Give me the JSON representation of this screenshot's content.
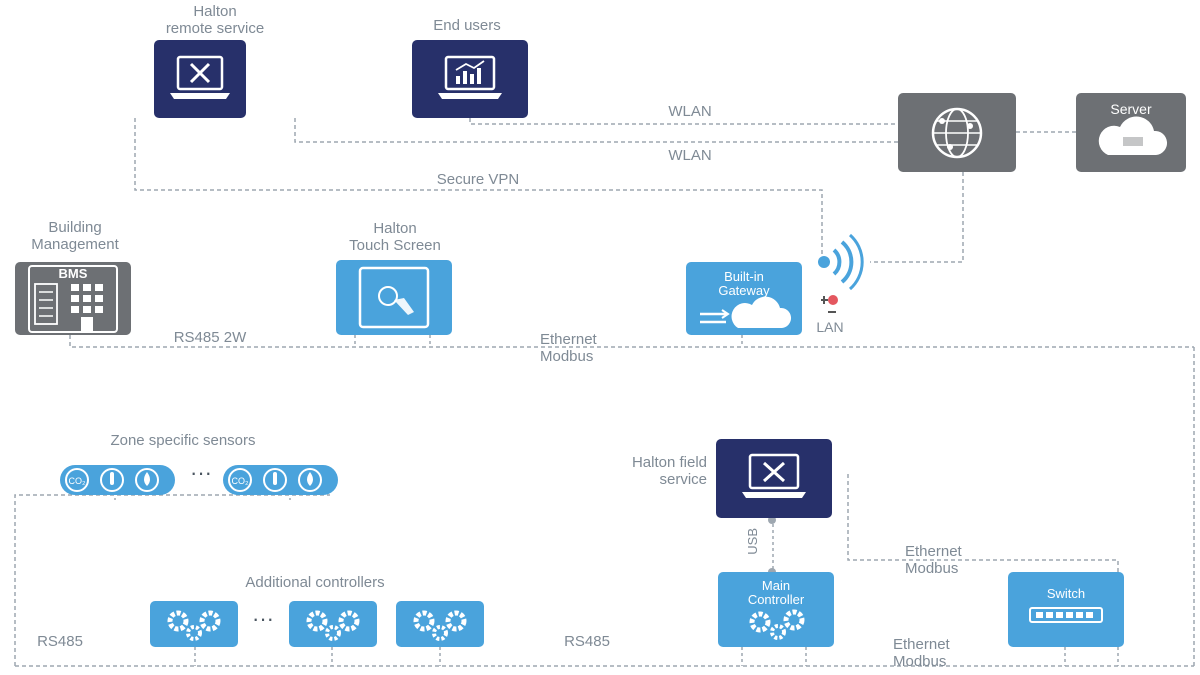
{
  "colors": {
    "dark_navy": "#27306a",
    "light_blue": "#4aa3dc",
    "grey": "#6d7074",
    "wire": "#9ea7b0"
  },
  "nodes": {
    "remote_service": {
      "label": "Halton\nremote service",
      "icon": "laptop-tools-icon"
    },
    "end_users": {
      "label": "End users",
      "icon": "laptop-chart-icon"
    },
    "internet": {
      "icon": "globe-network-icon"
    },
    "server": {
      "label": "Server",
      "icon": "cloud-icon"
    },
    "bms": {
      "label": "Building\nManagement",
      "tile_text": "BMS",
      "icon": "building-icon"
    },
    "touch_screen": {
      "label": "Halton\nTouch Screen",
      "icon": "touch-screen-icon"
    },
    "gateway": {
      "tile_text": "Built-in\nGateway",
      "icon": "cloud-icon"
    },
    "lan": {
      "text": "LAN"
    },
    "field_service": {
      "label": "Halton field\nservice",
      "icon": "laptop-tools-icon"
    },
    "main_controller": {
      "tile_text": "Main\nController",
      "icon": "gears-icon"
    },
    "switch": {
      "tile_text": "Switch",
      "icon": "switch-ports-icon"
    },
    "zone_sensors": {
      "label": "Zone specific sensors",
      "dots": "···"
    },
    "additional_controllers": {
      "label": "Additional controllers",
      "dots": "···"
    }
  },
  "links": {
    "wlan_1": "WLAN",
    "wlan_2": "WLAN",
    "secure_vpn": "Secure VPN",
    "rs485_2w": "RS485 2W",
    "ethernet_modbus_top": "Ethernet\nModbus",
    "usb": "USB",
    "ethernet_modbus_mid": "Ethernet\nModbus",
    "ethernet_modbus_bottom": "Ethernet\nModbus",
    "rs485_left": "RS485",
    "rs485_mid": "RS485"
  }
}
